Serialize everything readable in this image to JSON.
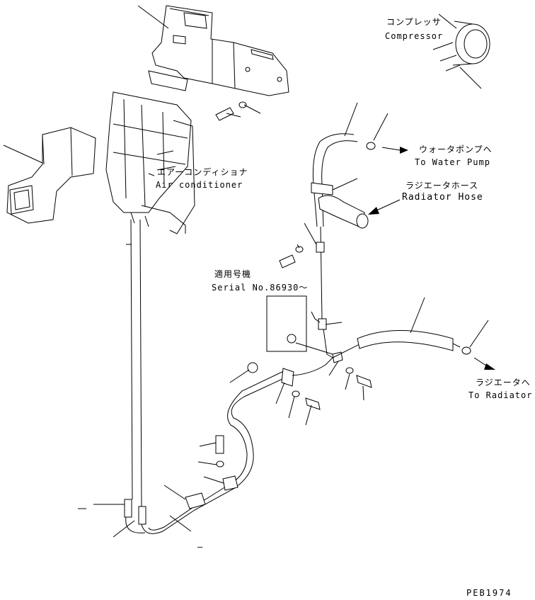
{
  "labels": {
    "compressor_jp": "コンプレッサ",
    "compressor_en": "Compressor",
    "water_pump_jp": "ウォータポンプへ",
    "water_pump_en": "To Water Pump",
    "radiator_hose_jp": "ラジエータホース",
    "radiator_hose_en": "Radiator Hose",
    "air_conditioner_jp": "エアーコンディショナ",
    "air_conditioner_en": "Air conditioner",
    "serial_jp": "適用号機",
    "serial_en": "Serial No.86930～",
    "to_radiator_jp": "ラジエータへ",
    "to_radiator_en": "To Radiator",
    "drawing_code": "PEB1974",
    "dash": "–"
  }
}
